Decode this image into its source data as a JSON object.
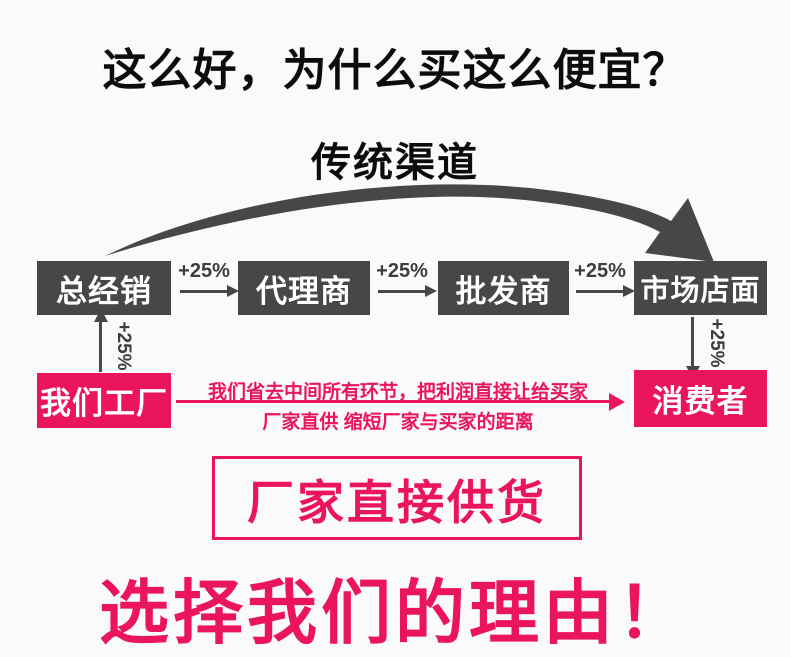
{
  "colors": {
    "background": "#fbfafa",
    "dark_gray": "#474747",
    "pink": "#ea145f",
    "title_text": "#0c0c0c",
    "box_text": "#ffffff"
  },
  "title": "这么好，为什么买这么便宜？",
  "traditional": {
    "heading": "传统渠道",
    "chain": [
      {
        "label": "总经销"
      },
      {
        "label": "代理商"
      },
      {
        "label": "批发商"
      },
      {
        "label": "市场店面"
      }
    ],
    "increment": "+25%"
  },
  "direct": {
    "factory_label": "我们工厂",
    "consumer_label": "消费者",
    "factory_increment": "+25%",
    "consumer_increment": "+25%",
    "arrow_line1": "我们省去中间所有环节，把利润直接让给买家",
    "arrow_line2": "厂家直供 缩短厂家与买家的距离"
  },
  "banner": {
    "label": "厂家直接供货"
  },
  "footer": {
    "label": "选择我们的理由！"
  }
}
